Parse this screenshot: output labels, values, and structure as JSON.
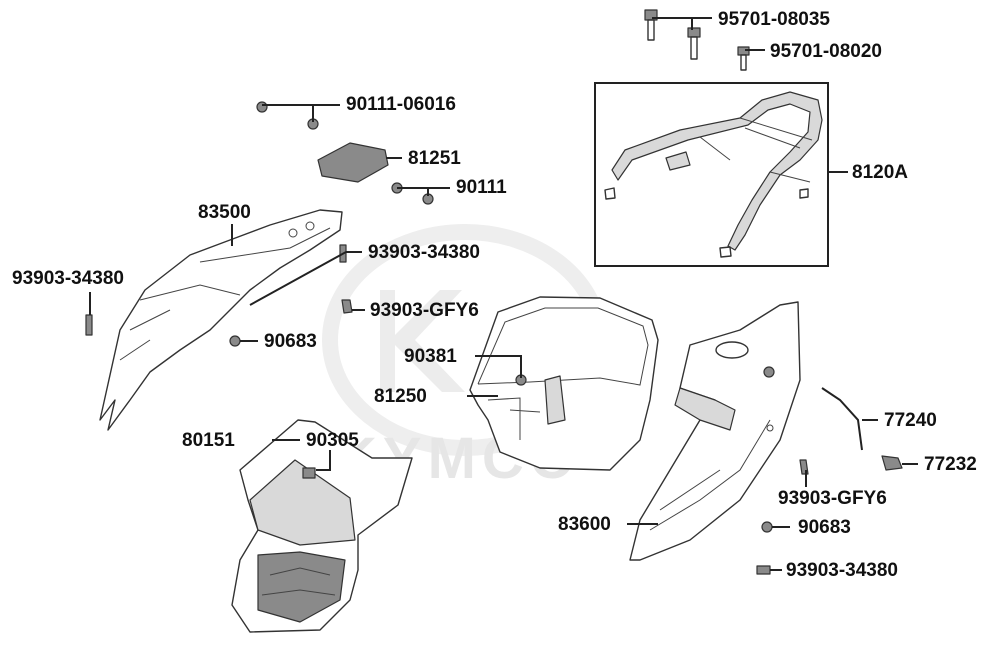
{
  "watermark": {
    "brand_text": "KYMCO"
  },
  "labels": {
    "p95701_08035": "95701-08035",
    "p95701_08020": "95701-08020",
    "p90111_06016": "90111-06016",
    "p81251": "81251",
    "p90111": "90111",
    "p8120a": "8120A",
    "p83500": "83500",
    "p93903_34380_a": "93903-34380",
    "p93903_34380_b": "93903-34380",
    "p93903_gfy6_a": "93903-GFY6",
    "p90683_a": "90683",
    "p90381": "90381",
    "p81250": "81250",
    "p80151": "80151",
    "p90305": "90305",
    "p77240": "77240",
    "p77232": "77232",
    "p93903_gfy6_b": "93903-GFY6",
    "p83600": "83600",
    "p90683_b": "90683",
    "p93903_34380_c": "93903-34380"
  }
}
